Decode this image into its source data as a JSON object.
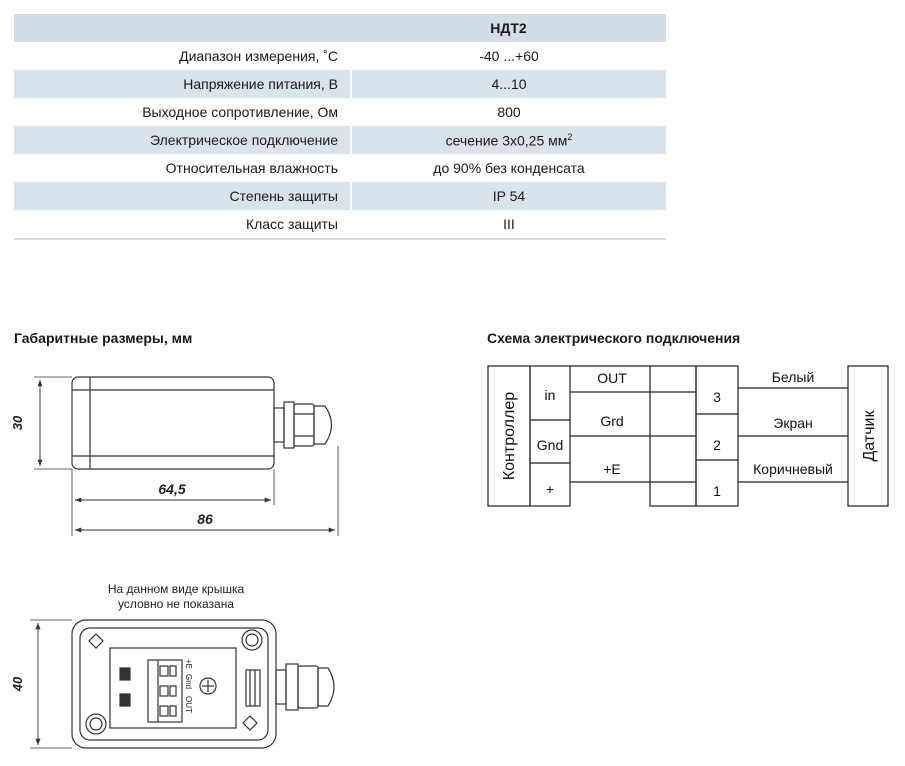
{
  "spec_table": {
    "header": "НДТ2",
    "rows": [
      {
        "param": "Диапазон измерения, ˚С",
        "value": "-40 ...+60"
      },
      {
        "param": "Напряжение питания, В",
        "value": "4...10"
      },
      {
        "param": "Выходное сопротивление, Ом",
        "value": "800"
      },
      {
        "param": "Электрическое подключение",
        "value": "сечение 3х0,25 мм",
        "value_sup": "2"
      },
      {
        "param": "Относительная влажность",
        "value": "до 90% без конденсата"
      },
      {
        "param": "Степень защиты",
        "value": "IP 54"
      },
      {
        "param": "Класс защиты",
        "value": "III"
      }
    ]
  },
  "dimensions": {
    "title": "Габаритные размеры, мм",
    "height_30": "30",
    "length_64_5": "64,5",
    "length_86": "86",
    "top_view_note_line1": "На данном виде крышка",
    "top_view_note_line2": "условно не показана",
    "height_40": "40",
    "terminal_labels": [
      "+E",
      "Gnd",
      "OUT"
    ]
  },
  "wiring": {
    "title": "Схема электрического подключения",
    "controller_label": "Контроллер",
    "sensor_label": "Датчик",
    "controller_pins": [
      "in",
      "Gnd",
      "+"
    ],
    "wire_labels": [
      "OUT",
      "Grd",
      "+E"
    ],
    "terminal_numbers": [
      "3",
      "2",
      "1"
    ],
    "sensor_wires": [
      "Белый",
      "Экран",
      "Коричневый"
    ]
  }
}
